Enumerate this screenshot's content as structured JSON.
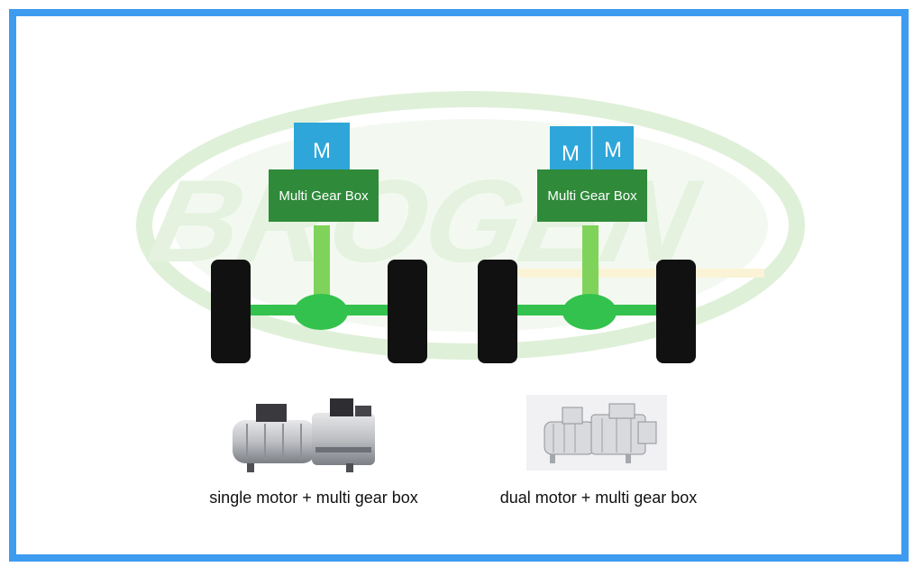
{
  "watermark": {
    "text": "BROGEN"
  },
  "left": {
    "motor_label": "M",
    "gearbox_label": "Multi Gear Box",
    "caption": "single motor + multi gear box"
  },
  "right": {
    "motor_labels": [
      "M",
      "M"
    ],
    "gearbox_label": "Multi Gear Box",
    "caption": "dual motor + multi gear box"
  },
  "colors": {
    "frame": "#3d9bf0",
    "motor": "#2ea6d9",
    "gearbox": "#2f8a3a",
    "shaft": "#7fd35a",
    "axle": "#33c24d",
    "wheel": "#111111"
  }
}
